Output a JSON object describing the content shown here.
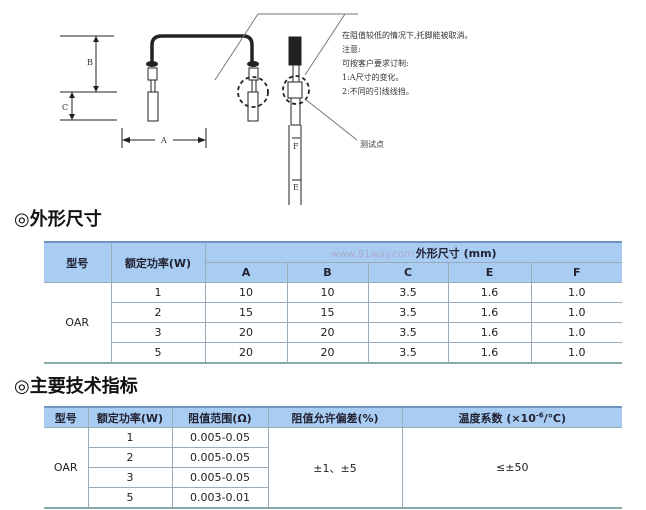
{
  "diagram": {
    "labels": {
      "a": "A",
      "b": "B",
      "c": "C",
      "e": "E",
      "f": "F",
      "test_point": "测试点"
    },
    "notes": [
      "在阻值较低的情况下,托脚能被取消。",
      "注意:",
      "可按客户要求订制:",
      "1:A尺寸的变化。",
      "2:不同的引线线挡。"
    ]
  },
  "dimensions": {
    "title": "◎外形尺寸",
    "watermark": "www.91way.com",
    "headers": {
      "model": "型号",
      "power": "额定功率(W)",
      "group": "外形尺寸 (mm)",
      "cols": [
        "A",
        "B",
        "C",
        "E",
        "F"
      ]
    },
    "model": "OAR",
    "rows": [
      {
        "power": "1",
        "A": "10",
        "B": "10",
        "C": "3.5",
        "E": "1.6",
        "F": "1.0"
      },
      {
        "power": "2",
        "A": "15",
        "B": "15",
        "C": "3.5",
        "E": "1.6",
        "F": "1.0"
      },
      {
        "power": "3",
        "A": "20",
        "B": "20",
        "C": "3.5",
        "E": "1.6",
        "F": "1.0"
      },
      {
        "power": "5",
        "A": "20",
        "B": "20",
        "C": "3.5",
        "E": "1.6",
        "F": "1.0"
      }
    ]
  },
  "specs": {
    "title": "◎主要技术指标",
    "headers": {
      "model": "型号",
      "power": "额定功率(W)",
      "range": "阻值范围(Ω)",
      "tolerance": "阻值允许偏差(%)",
      "temp": "温度系数",
      "temp_unit_pre": "(×10",
      "temp_unit_exp": "-6",
      "temp_unit_post": "/℃)"
    },
    "model": "OAR",
    "tolerance": "±1、±5",
    "temp_coeff": "≤±50",
    "rows": [
      {
        "power": "1",
        "range": "0.005-0.05"
      },
      {
        "power": "2",
        "range": "0.005-0.05"
      },
      {
        "power": "3",
        "range": "0.005-0.05"
      },
      {
        "power": "5",
        "range": "0.003-0.01"
      }
    ]
  }
}
